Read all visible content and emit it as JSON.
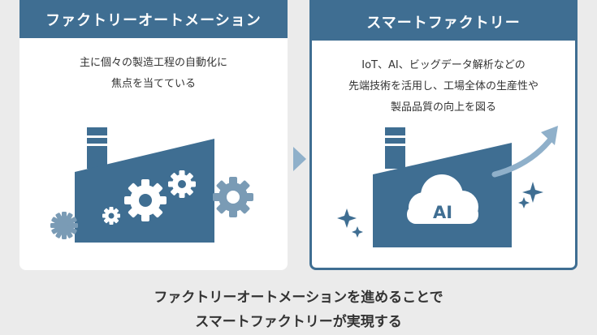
{
  "left_panel": {
    "title": "ファクトリーオートメーション",
    "desc_lines": [
      "主に個々の製造工程の自動化に",
      "焦点を当てている"
    ]
  },
  "right_panel": {
    "title": "スマートファクトリー",
    "desc_lines": [
      "IoT、AI、ビッグデータ解析などの",
      "先端技術を活用し、工場全体の生産性や",
      "製品品質の向上を図る"
    ],
    "cloud_label": "AI"
  },
  "conclusion_lines": [
    "ファクトリーオートメーションを進めることで",
    "スマートファクトリーが実現する"
  ],
  "colors": {
    "primary": "#3f6e92",
    "gear_light": "#7a9bb5",
    "arrow": "#8fb0ca",
    "background": "#ebebeb"
  }
}
